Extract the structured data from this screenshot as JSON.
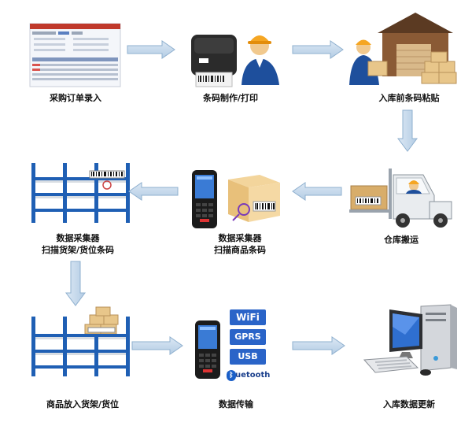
{
  "steps": {
    "po_entry": {
      "label": "采购订单录入"
    },
    "barcode_print": {
      "label": "条码制作/打印"
    },
    "label_pasting": {
      "label": "入库前条码粘贴"
    },
    "transport": {
      "label": "仓库搬运"
    },
    "scan_goods": {
      "label_line1": "数据采集器",
      "label_line2": "扫描商品条码"
    },
    "scan_shelf": {
      "label_line1": "数据采集器",
      "label_line2": "扫描货架/货位条码"
    },
    "put_on_shelf": {
      "label": "商品放入货架/货位"
    },
    "data_transfer": {
      "label": "数据传输"
    },
    "db_update": {
      "label": "入库数据更新"
    }
  },
  "transfer_badges": {
    "wifi": "WiFi",
    "gprs": "GPRS",
    "usb": "USB",
    "bluetooth": "Bluetooth"
  },
  "colors": {
    "arrow_fill": "#c5d9ec",
    "arrow_stroke": "#8fb0cf",
    "shelf_blue": "#1f5fb4",
    "box_tan": "#e8c68a",
    "badge_blue": "#2a64c8"
  }
}
